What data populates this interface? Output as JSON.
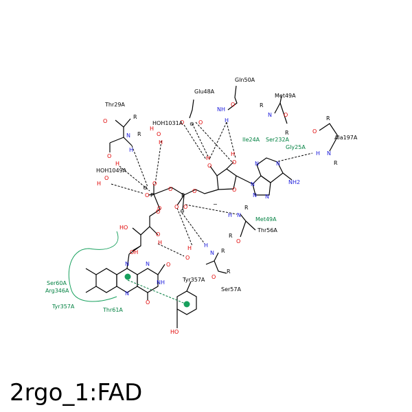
{
  "title": "2rgo_1:FAD",
  "colors": {
    "oxygen": "#e00000",
    "nitrogen": "#1a1adc",
    "hydrophobic": "#008040",
    "bond": "#000000"
  },
  "residues": {
    "thr29": "Thr29A",
    "glu48": "Glu48A",
    "gln50": "Gln50A",
    "met49_top": "Met49A",
    "ala197": "Ala197A",
    "ile24": "Ile24A",
    "ser232": "Ser232A",
    "gly25": "Gly25A",
    "hoh1031": "HOH1031A",
    "hoh1049": "HOH1049A",
    "met49_mid": "Met49A",
    "thr56": "Thr56A",
    "ser57": "Ser57A",
    "tyr357": "Tyr357A"
  },
  "hydrophobic": {
    "ser60": "Ser60A",
    "arg346": "Arg346A",
    "tyr357": "Tyr357A",
    "thr61": "Thr61A"
  },
  "atoms": {
    "O": "O",
    "N": "N",
    "H": "H",
    "R": "R",
    "NH": "NH",
    "NH2": "NH2",
    "HO": "HO",
    "OH": "OH",
    "P": "P",
    "minus": "⊖",
    "dash": "−"
  }
}
